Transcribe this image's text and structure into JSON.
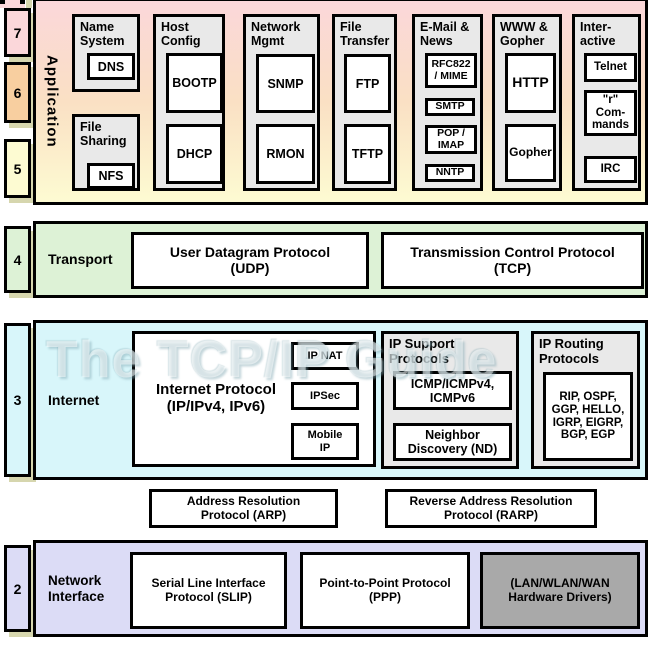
{
  "watermark": "The TCP/IP Guide",
  "colors": {
    "layer7_pink": "#fbd7da",
    "layer6_peach": "#f8cfa0",
    "layer5_yellow": "#fdfbd2",
    "layer4_green": "#ddf2d6",
    "layer3_cyan": "#d8f6fa",
    "layer2_lavender": "#dcdcf6",
    "group_gray": "#e9e9e9",
    "hardware_gray": "#a9a9a9",
    "shadow_khaki": "#d6d6ae"
  },
  "osi": {
    "l7": "7",
    "l6": "6",
    "l5": "5",
    "l4": "4",
    "l3": "3",
    "l2": "2"
  },
  "application": {
    "label": "Application",
    "groups": [
      {
        "title": "Name\nSystem",
        "protocols": [
          "DNS"
        ]
      },
      {
        "title": "File\nSharing",
        "protocols": [
          "NFS"
        ]
      },
      {
        "title": "Host\nConfig",
        "protocols": [
          "BOOTP",
          "DHCP"
        ]
      },
      {
        "title": "Network\nMgmt",
        "protocols": [
          "SNMP",
          "RMON"
        ]
      },
      {
        "title": "File\nTransfer",
        "protocols": [
          "FTP",
          "TFTP"
        ]
      },
      {
        "title": "E-Mail &\nNews",
        "protocols": [
          "RFC822\n/ MIME",
          "SMTP",
          "POP /\nIMAP",
          "NNTP"
        ]
      },
      {
        "title": "WWW &\nGopher",
        "protocols": [
          "HTTP",
          "Gopher"
        ]
      },
      {
        "title": "Inter-\nactive",
        "protocols": [
          "Telnet",
          "\"r\"\nCom-\nmands",
          "IRC"
        ]
      }
    ]
  },
  "transport": {
    "label": "Transport",
    "udp": "User Datagram Protocol\n(UDP)",
    "tcp": "Transmission Control Protocol\n(TCP)"
  },
  "internet": {
    "label": "Internet",
    "ip": {
      "title": "Internet Protocol\n(IP/IPv4, IPv6)",
      "sub": [
        "IP NAT",
        "IPSec",
        "Mobile\nIP"
      ]
    },
    "support": {
      "title": "IP Support\nProtocols",
      "boxes": [
        "ICMP/ICMPv4,\nICMPv6",
        "Neighbor\nDiscovery (ND)"
      ]
    },
    "routing": {
      "title": "IP Routing\nProtocols",
      "boxes": [
        "RIP, OSPF,\nGGP, HELLO,\nIGRP, EIGRP,\nBGP, EGP"
      ]
    }
  },
  "link_layer": {
    "arp": "Address Resolution\nProtocol (ARP)",
    "rarp": "Reverse Address Resolution\nProtocol (RARP)"
  },
  "network_interface": {
    "label": "Network\nInterface",
    "slip": "Serial Line Interface\nProtocol (SLIP)",
    "ppp": "Point-to-Point Protocol\n(PPP)",
    "hardware": "(LAN/WLAN/WAN\nHardware Drivers)"
  }
}
